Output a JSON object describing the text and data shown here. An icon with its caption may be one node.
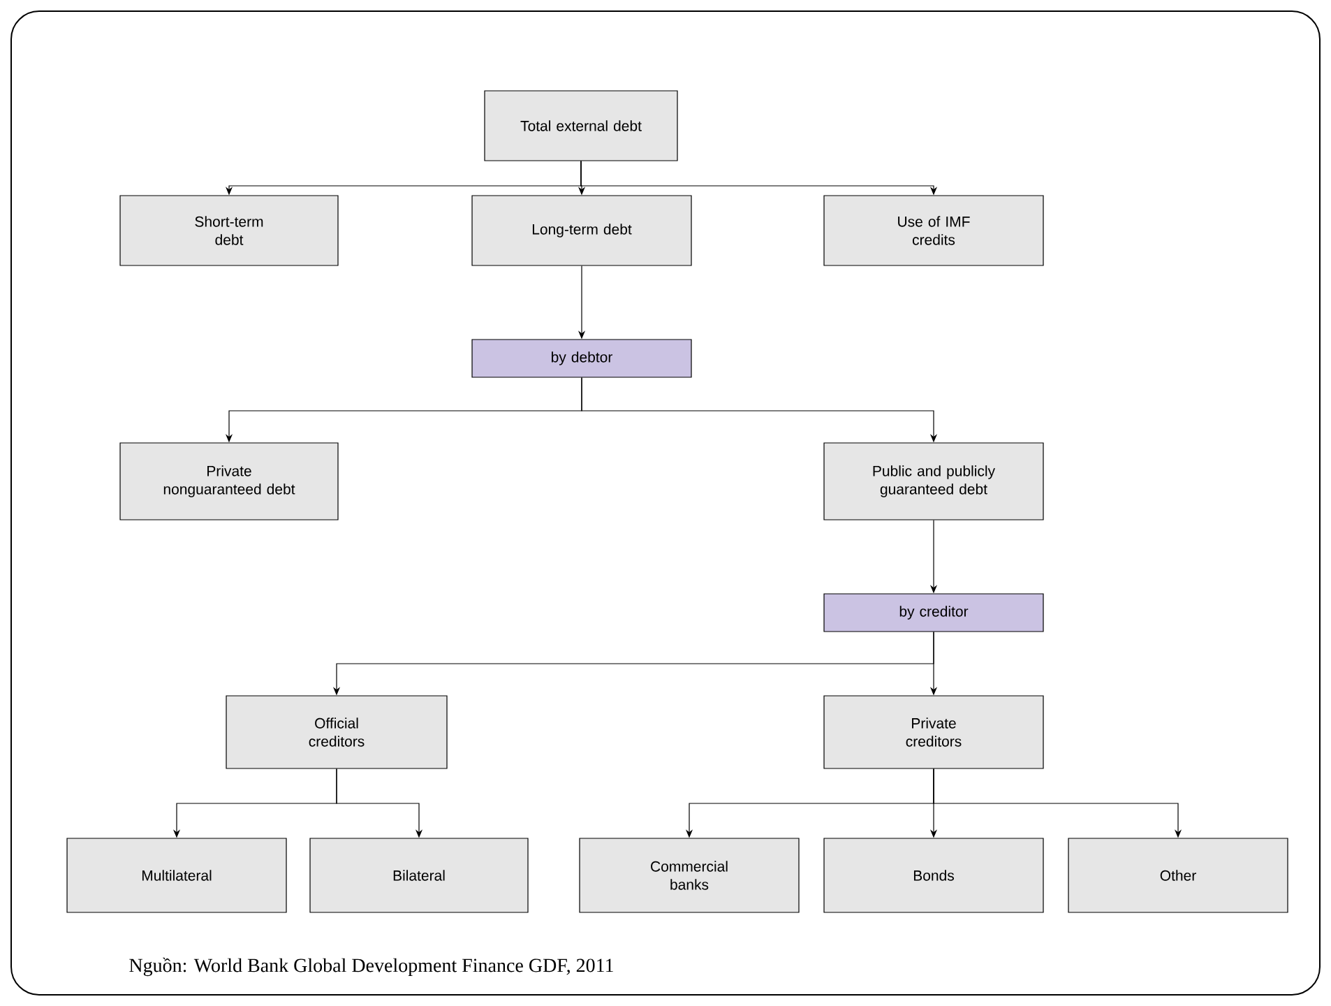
{
  "diagram": {
    "caption": "Nguồn: World Bank Global Development Finance GDF, 2011",
    "nodes": [
      {
        "text": [
          "Total external debt"
        ]
      },
      {
        "text": [
          "Short-term debt"
        ]
      },
      {
        "text": [
          "Long-term debt"
        ]
      },
      {
        "text": [
          "Use of IMF credits"
        ]
      },
      {
        "text": [
          "by debtor"
        ]
      },
      {
        "text": [
          "Private nonguaranteed debt"
        ]
      },
      {
        "text": [
          "Public and publicly guaranteed debt"
        ]
      },
      {
        "text": [
          "by creditor"
        ]
      },
      {
        "text": [
          "Official creditors"
        ]
      },
      {
        "text": [
          "Private creditors"
        ]
      },
      {
        "text": [
          "Multilateral"
        ]
      },
      {
        "text": [
          "Bilateral"
        ]
      },
      {
        "text": [
          "Commercial banks"
        ]
      },
      {
        "text": [
          "Bonds"
        ]
      },
      {
        "text": [
          "Other"
        ]
      }
    ],
    "edges": [
      {
        "from": 0,
        "to": 1,
        "arrow": "to"
      },
      {
        "from": 0,
        "to": 2,
        "arrow": "to"
      },
      {
        "from": 0,
        "to": 3,
        "arrow": "to"
      },
      {
        "from": 2,
        "to": 4,
        "arrow": "to"
      },
      {
        "from": 4,
        "to": 5,
        "arrow": "to"
      },
      {
        "from": 4,
        "to": 6,
        "arrow": "to"
      },
      {
        "from": 6,
        "to": 7,
        "arrow": "to"
      },
      {
        "from": 7,
        "to": 8,
        "arrow": "to"
      },
      {
        "from": 7,
        "to": 9,
        "arrow": "to"
      },
      {
        "from": 8,
        "to": 10,
        "arrow": "to"
      },
      {
        "from": 8,
        "to": 11,
        "arrow": "to"
      },
      {
        "from": 9,
        "to": 12,
        "arrow": "to"
      },
      {
        "from": 9,
        "to": 13,
        "arrow": "to"
      },
      {
        "from": 9,
        "to": 14,
        "arrow": "to"
      }
    ]
  }
}
